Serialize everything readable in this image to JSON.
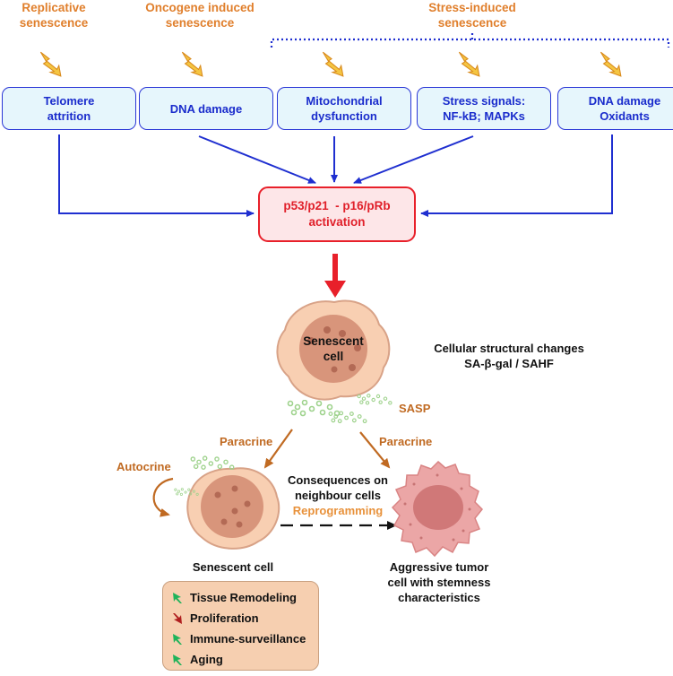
{
  "categories": {
    "replicative": [
      "Replicative",
      "senescence"
    ],
    "oncogene": [
      "Oncogene induced",
      "senescence"
    ],
    "stress": [
      "Stress-induced",
      "senescence"
    ]
  },
  "triggers": [
    {
      "lines": [
        "Telomere",
        "attrition"
      ]
    },
    {
      "lines": [
        "DNA damage"
      ]
    },
    {
      "lines": [
        "Mitochondrial",
        "dysfunction"
      ]
    },
    {
      "lines": [
        "Stress signals:",
        "NF-kB; MAPKs"
      ]
    },
    {
      "lines": [
        "DNA damage",
        "Oxidants"
      ]
    }
  ],
  "central": {
    "line1": "p53/p21  - p16/pRb",
    "line2": "activation"
  },
  "senescent_cell_center": {
    "line1": "Senescent",
    "line2": "cell"
  },
  "structural_changes": {
    "line1": "Cellular structural changes",
    "line2": "SA-β-gal / SAHF"
  },
  "sasp": "SASP",
  "paracrine_left": "Paracrine",
  "paracrine_right": "Paracrine",
  "autocrine": "Autocrine",
  "consequences": {
    "line1": "Consequences on",
    "line2": "neighbour cells",
    "line3": "Reprogramming"
  },
  "senescent_cell_label": "Senescent cell",
  "tumor_label": {
    "line1": "Aggressive tumor",
    "line2": "cell with stemness",
    "line3": "characteristics"
  },
  "effects": [
    {
      "label": "Tissue Remodeling",
      "direction": "up",
      "color": "#1fb35a"
    },
    {
      "label": "Proliferation",
      "direction": "down",
      "color": "#b01e1e"
    },
    {
      "label": "Immune-surveillance",
      "direction": "up",
      "color": "#1fb35a"
    },
    {
      "label": "Aging",
      "direction": "up",
      "color": "#1fb35a"
    }
  ],
  "colors": {
    "category": "#e07f2c",
    "trigger_border": "#2a36d6",
    "trigger_fill": "#e6f6fc",
    "arrow_blue": "#1f2fd0",
    "central_border": "#e8202a",
    "cell_fill": "#f8cfb2",
    "nucleus": "#d8957b",
    "sasp_dots": "#9ed28c",
    "brown_arrow": "#c06a22",
    "tumor_fill": "#eba6a6"
  }
}
